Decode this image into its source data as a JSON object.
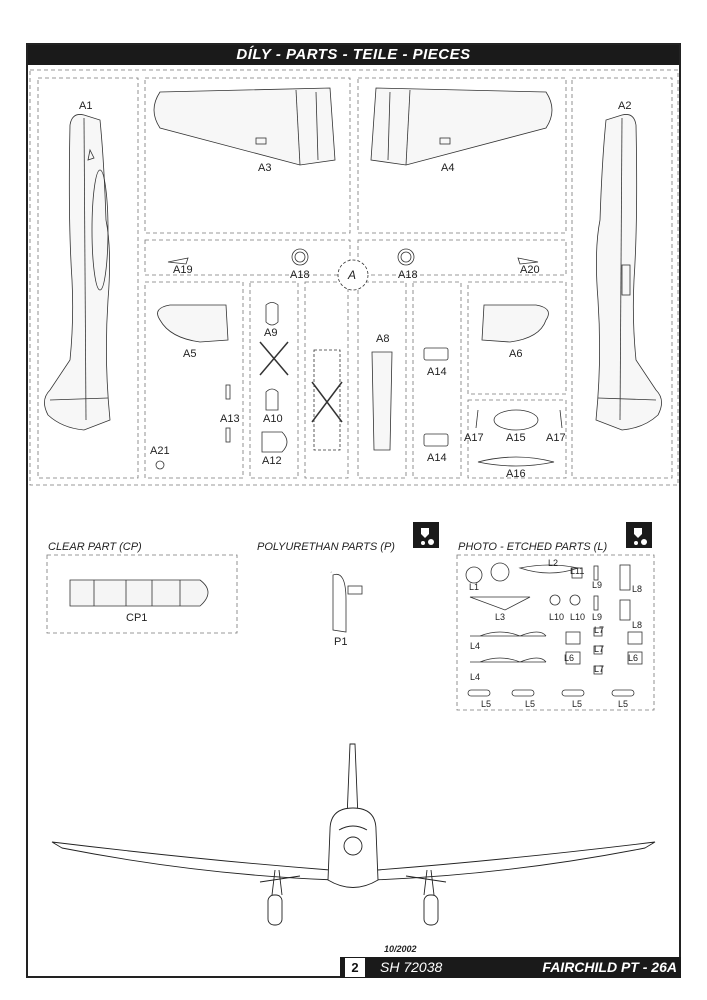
{
  "header": {
    "title": "DÍLY  -  PARTS  -  TEILE  -  PIECES"
  },
  "parts": {
    "A1": "A1",
    "A2": "A2",
    "A3": "A3",
    "A4": "A4",
    "A5": "A5",
    "A6": "A6",
    "A8": "A8",
    "A9": "A9",
    "A10": "A10",
    "A12": "A12",
    "A13": "A13",
    "A14a": "A14",
    "A14b": "A14",
    "A15": "A15",
    "A16": "A16",
    "A17a": "A17",
    "A17b": "A17",
    "A18a": "A18",
    "A18b": "A18",
    "A19": "A19",
    "A20": "A20",
    "A21": "A21",
    "sprue_letter": "A"
  },
  "sections": {
    "clear": {
      "title": "CLEAR PART (CP)",
      "part": "CP1"
    },
    "poly": {
      "title": "POLYURETHAN PARTS (P)",
      "part": "P1"
    },
    "etched": {
      "title": "PHOTO - ETCHED PARTS (L)",
      "parts": {
        "L1": "L1",
        "L2": "L2",
        "L3": "L3",
        "L4a": "L4",
        "L4b": "L4",
        "L5a": "L5",
        "L5b": "L5",
        "L5c": "L5",
        "L5d": "L5",
        "L6a": "L6",
        "L6b": "L6",
        "L7a": "L7",
        "L7b": "L7",
        "L7c": "L7",
        "L8a": "L8",
        "L8b": "L8",
        "L9a": "L9",
        "L9b": "L9",
        "L10a": "L10",
        "L10b": "L10",
        "L11": "L11"
      }
    }
  },
  "footer": {
    "page": "2",
    "code": "SH 72038",
    "model": "FAIRCHILD PT - 26A",
    "date": "10/2002"
  },
  "icons": {
    "warning": "glue-warning-icon"
  }
}
